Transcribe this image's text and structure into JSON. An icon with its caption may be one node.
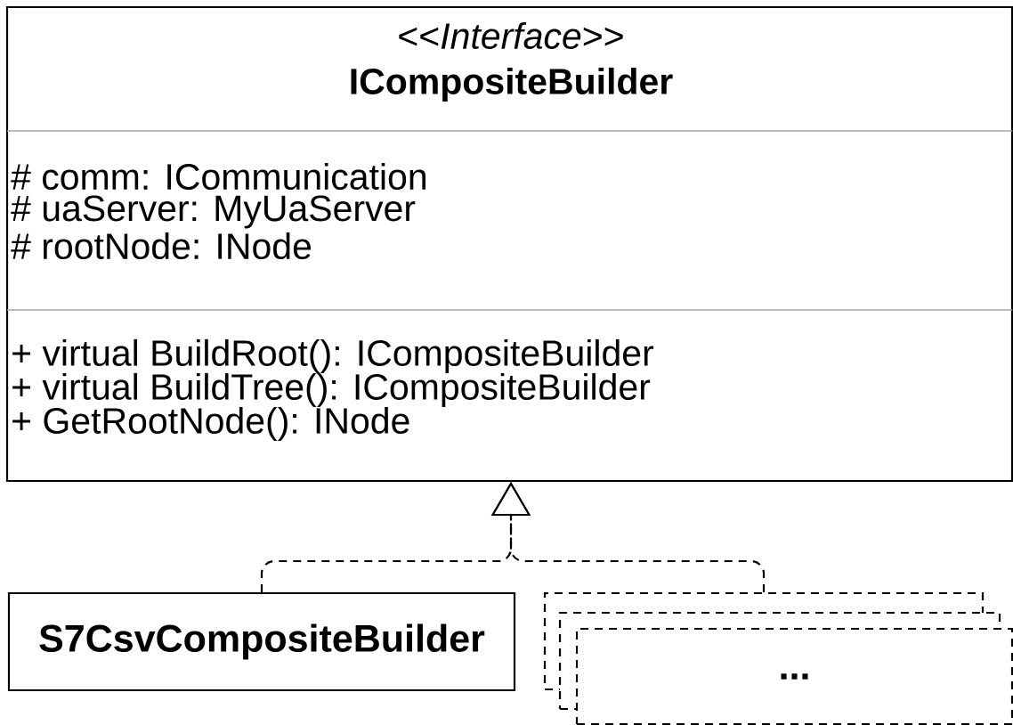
{
  "diagram": {
    "nodes": [
      {
        "text": [
          "<<*Interface*>>",
          "ICompositeBuilder",
          "# comm: ICommunication",
          "# uaServer: MyUaServer",
          "# rootNode: INode",
          "+ virtual BuildRoot(): ICompositeBuilder",
          "+ virtual BuildTree(): ICompositeBuilder",
          "+ GetRootNode(): INode"
        ]
      },
      {
        "text": [
          "S7CsvCompositeBuilder"
        ]
      },
      {
        "text": [],
        "shape": "box"
      },
      {
        "text": [],
        "shape": "box"
      },
      {
        "text": [
          "..."
        ]
      }
    ],
    "edges": [
      {
        "from": 1,
        "to": 0,
        "arrow": "to",
        "style": "dashed"
      },
      {
        "from": 2,
        "to": 0,
        "arrow": "to",
        "style": "dashed"
      }
    ]
  }
}
